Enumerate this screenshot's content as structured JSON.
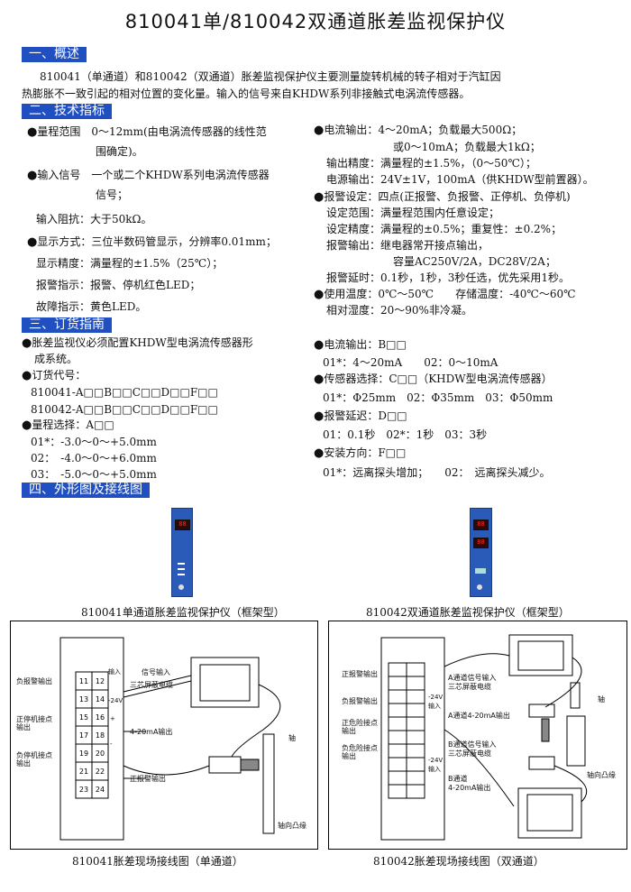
{
  "title": "810041单/810042双通道胀差监视保护仪",
  "s1": {
    "label": "一、概述",
    "lines": [
      "810041（单通道）和810042（双通道）胀差监视保护仪主要测量旋转机械的转子相对于汽缸因",
      "热膨胀不一致引起的相对位置的变化量。输入的信号来自KHDW系列非接触式电涡流传感器。"
    ]
  },
  "s2": {
    "label": "二、技术指标",
    "left": [
      "量程范围　0～12mm(由电涡流传感器的线性范",
      "围确定)。",
      "输入信号　一个或二个KHDW系列电涡流传感器",
      "信号；",
      "输入阻抗：大于50kΩ。",
      "显示方式：三位半数码管显示，分辨率0.01mm；",
      "显示精度：满量程的±1.5%（25℃）；",
      "报警指示：报警、停机红色LED；",
      "故障指示：黄色LED。"
    ],
    "right": [
      "电流输出：4～20mA；负载最大500Ω；",
      "或0～10mA；负载最大1kΩ；",
      "输出精度：满量程的±1.5%，（0～50℃）；",
      "电源输出：24V±1V，100mA（供KHDW型前置器）。",
      "报警设定：四点(正报警、负报警、正停机、负停机)",
      "设定范围：满量程范围内任意设定；",
      "设定精度：满量程的±0.5%；重复性：±0.2%；",
      "报警输出：继电器常开接点输出，",
      "容量AC250V/2A，DC28V/2A；",
      "报警延时：0.1秒，1秒，3秒任选，优先采用1秒。",
      "使用温度：0℃～50℃　　存储温度：-40℃～60℃",
      "相对湿度：20～90%非冷凝。"
    ]
  },
  "s3": {
    "label": "三、订货指南",
    "left": [
      "胀差监视仪必须配置KHDW型电涡流传感器形",
      "成系统。",
      "订货代号：",
      "810041-A□□B□□C□□D□□F□□",
      "810042-A□□B□□C□□D□□F□□",
      "量程选择：A□□",
      "01*：-3.0～0～+5.0mm",
      "02：　-4.0～0～+6.0mm",
      "03：　-5.0～0～+5.0mm"
    ],
    "right": [
      "电流输出：B□□",
      "01*：4～20mA　　02：0～10mA",
      "传感器选择：C□□（KHDW型电涡流传感器）",
      "01*：Φ25mm　02：Φ35mm　03：Φ50mm",
      "报警延迟：D□□",
      "01：0.1秒　02*：1秒　03：3秒",
      "安装方向：F□□",
      "01*：远离探头增加；　　02：　远离探头减少。"
    ]
  },
  "s4": {
    "label": "四、外形图及接线图"
  },
  "captions": {
    "photo1": "810041单通道胀差监视保护仪（框架型）",
    "photo2": "810042双通道胀差监视保护仪（框架型）",
    "diag1": "810041胀差现场接线图（单通道）",
    "diag2": "810042胀差现场接线图（双通道）"
  },
  "diag1": {
    "left_labels": [
      "负报警输出",
      "正停机接点输出",
      "负停机接点输出"
    ],
    "terms": [
      "11",
      "12",
      "13",
      "14",
      "15",
      "16",
      "17",
      "18",
      "19",
      "20",
      "21",
      "22",
      "23",
      "24"
    ],
    "right_labels": [
      "信号输入",
      "三芯屏蔽电缆",
      "4-20mA输出",
      "正报警输出"
    ],
    "mini": [
      "输入",
      "-24V",
      "+",
      "-"
    ],
    "shaft": "轴",
    "flange": "轴向凸缘"
  },
  "diag2": {
    "left_labels": [
      "正报警输出",
      "负报警输出",
      "正危险接点输出",
      "负危险接点输出"
    ],
    "right_labels": [
      "A通道信号输入",
      "三芯屏蔽电缆",
      "A通道4-20mA输出",
      "B通道信号输入",
      "三芯屏蔽电缆",
      "B通道",
      "4-20mA输出"
    ],
    "mini": [
      "-24V",
      "输入",
      "-24V",
      "输入"
    ],
    "shaft": "轴",
    "flange": "轴向凸缘"
  },
  "colors": {
    "section_bg": "#1f4fc0",
    "device_blue": "#2a5bb8",
    "led_red": "#ff2b1a"
  }
}
